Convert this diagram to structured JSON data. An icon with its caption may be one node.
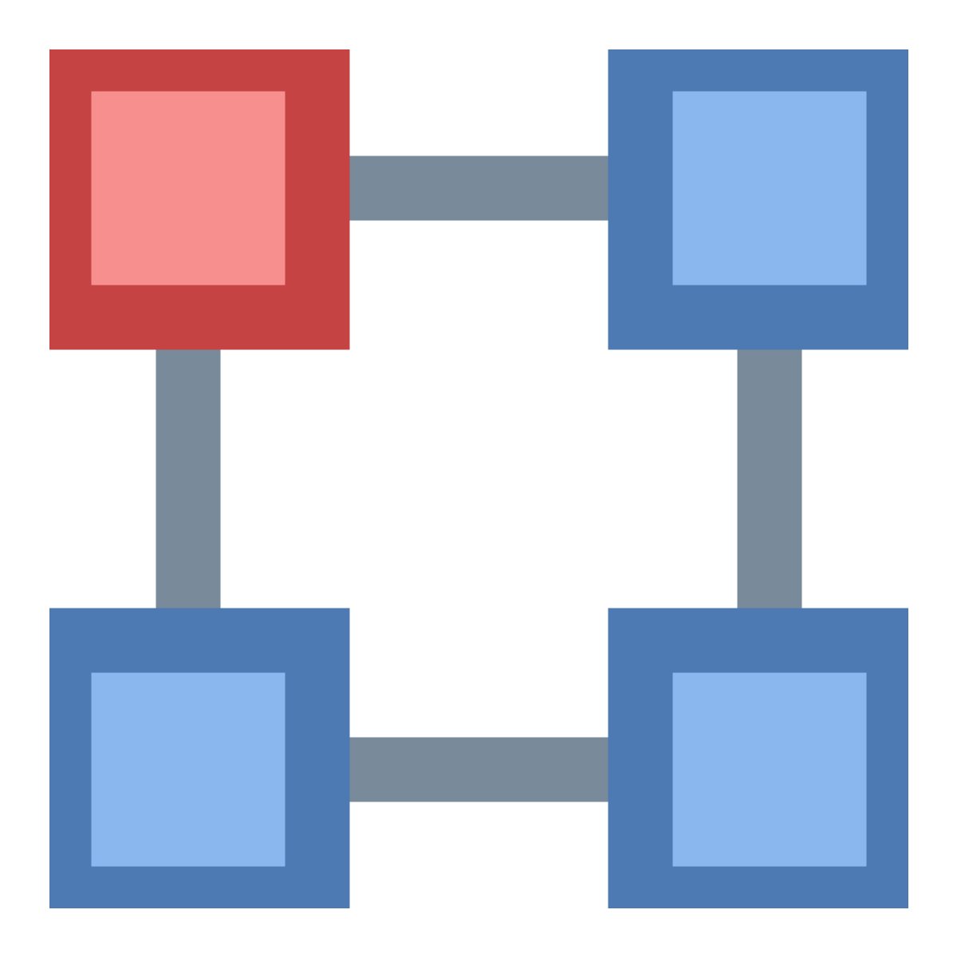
{
  "diagram": {
    "nodes": [
      {
        "text": [],
        "shape": "box"
      },
      {
        "text": [],
        "shape": "box"
      },
      {
        "text": [],
        "shape": "box"
      },
      {
        "text": [],
        "shape": "box"
      }
    ],
    "edges": [
      {
        "from": 0,
        "to": 1,
        "arrow": "none"
      },
      {
        "from": 0,
        "to": 2,
        "arrow": "none"
      },
      {
        "from": 1,
        "to": 3,
        "arrow": "none"
      },
      {
        "from": 2,
        "to": 3,
        "arrow": "none"
      }
    ]
  }
}
